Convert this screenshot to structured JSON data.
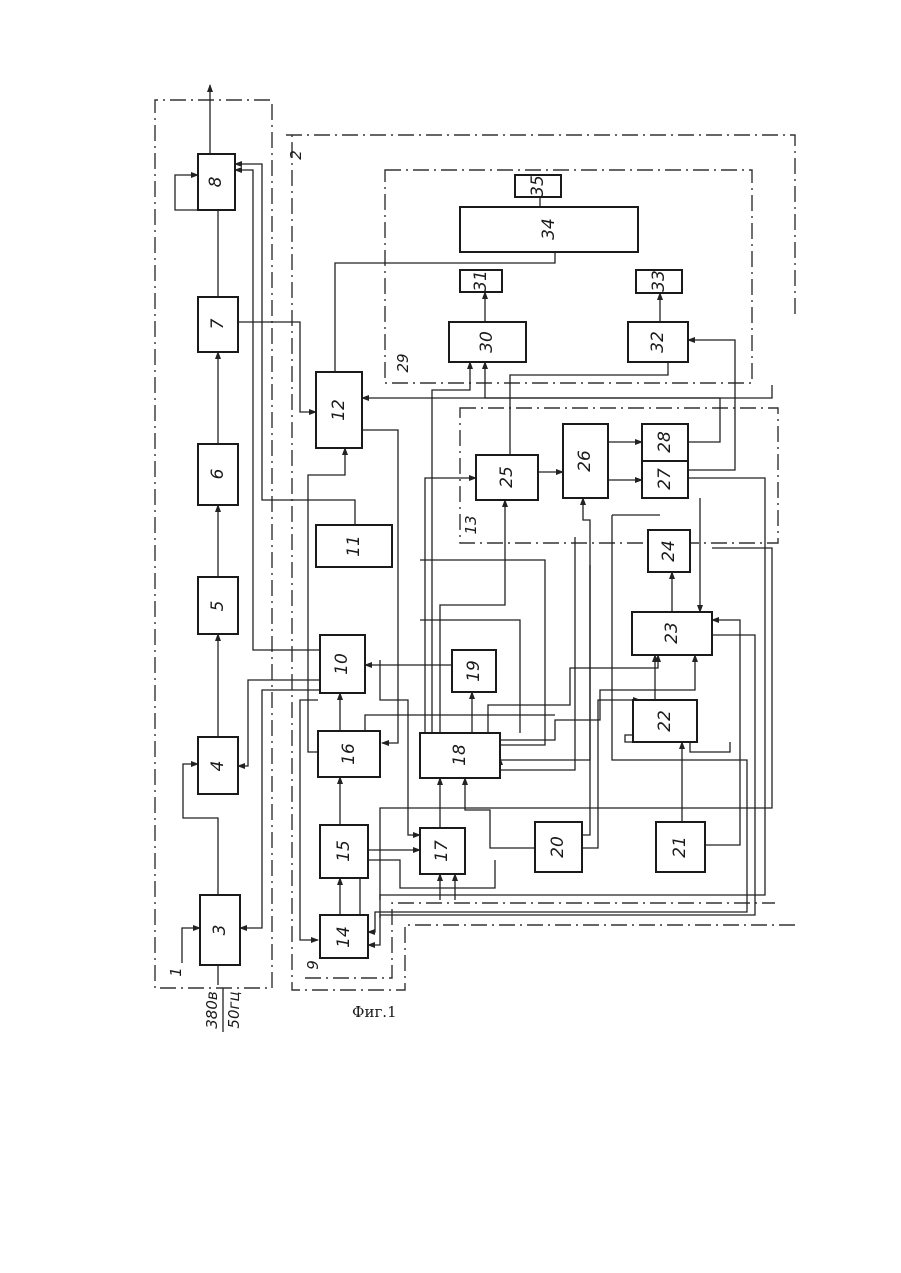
{
  "blocks": [
    "3",
    "4",
    "5",
    "6",
    "7",
    "8",
    "10",
    "11",
    "12",
    "14",
    "15",
    "16",
    "17",
    "18",
    "19",
    "20",
    "21",
    "22",
    "23",
    "24",
    "25",
    "26",
    "27",
    "28",
    "30",
    "31",
    "32",
    "33",
    "34",
    "35"
  ],
  "group_labels": [
    "1",
    "2",
    "9",
    "13",
    "29"
  ],
  "supply": {
    "voltage": "380в",
    "frequency": "50гц"
  },
  "caption": "Фиг.1"
}
